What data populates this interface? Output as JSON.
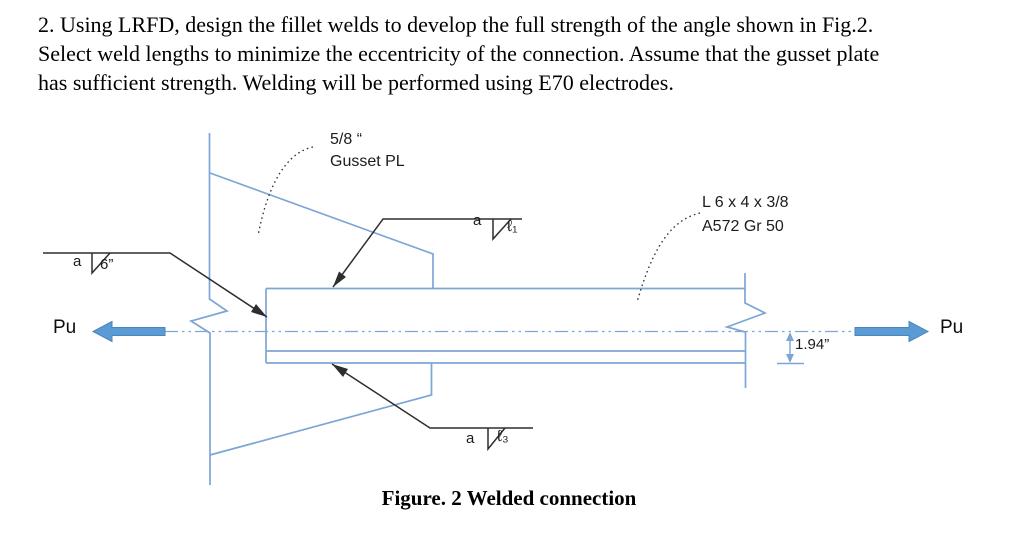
{
  "problem": {
    "lines": [
      "2. Using LRFD, design the fillet welds to develop the full strength of the angle shown in Fig.2.",
      "Select weld lengths to minimize the eccentricity of the connection. Assume that the gusset plate",
      "has sufficient strength. Welding will be performed using E70 electrodes."
    ]
  },
  "figure": {
    "caption": "Figure. 2 Welded connection",
    "labels": {
      "gusset_thickness": "5/8 “",
      "gusset_name": "Gusset PL",
      "angle_size": "L 6 x 4 x 3/8",
      "angle_grade": "A572 Gr 50",
      "load_left": "Pu",
      "load_right": "Pu",
      "eccentricity": "1.94”",
      "weld_left": {
        "size": "a",
        "length": "6”"
      },
      "weld_top": {
        "size": "a",
        "length": "ℓ₁"
      },
      "weld_bottom": {
        "size": "a",
        "length": "ℓ₃"
      }
    },
    "colors": {
      "diagram_blue": "#7CA6D5",
      "arrow_blue": "#5B9BD5",
      "line_black": "#2E2E2E"
    }
  }
}
